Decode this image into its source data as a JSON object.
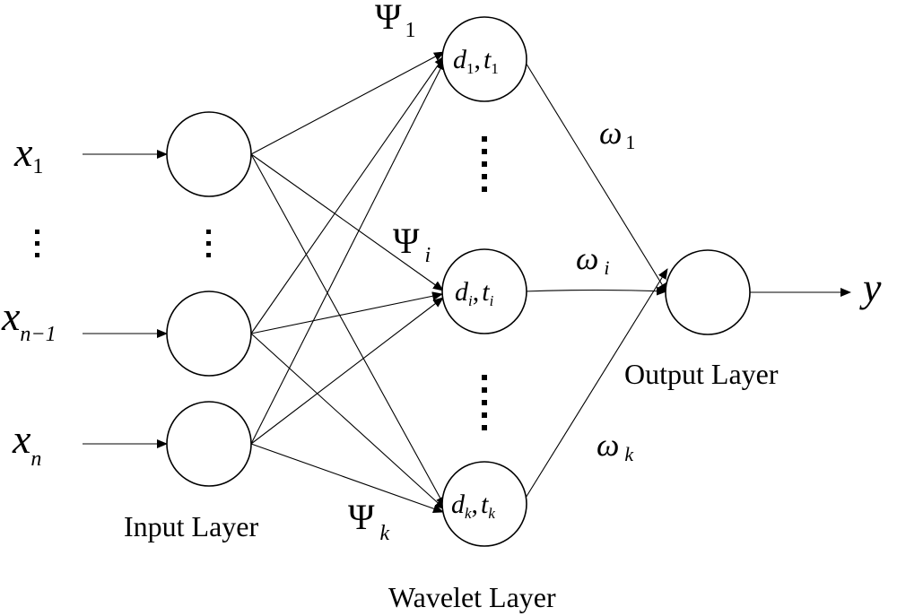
{
  "diagram": {
    "title": "",
    "inputs": [
      {
        "base": "x",
        "sub": "1"
      },
      {
        "base": "x",
        "sub": "n−1"
      },
      {
        "base": "x",
        "sub": "n"
      }
    ],
    "wavelet_functions": [
      {
        "base": "Ψ",
        "sub": "1"
      },
      {
        "base": "Ψ",
        "sub": "i"
      },
      {
        "base": "Ψ",
        "sub": "k"
      }
    ],
    "wavelet_nodes": [
      {
        "d": "d",
        "d_sub": "1",
        "sep": ",",
        "t": "t",
        "t_sub": "1"
      },
      {
        "d": "d",
        "d_sub": "i",
        "sep": ",",
        "t": "t",
        "t_sub": "i"
      },
      {
        "d": "d",
        "d_sub": "k",
        "sep": ",",
        "t": "t",
        "t_sub": "k"
      }
    ],
    "weights": [
      {
        "base": "ω",
        "sub": "1"
      },
      {
        "base": "ω",
        "sub": "i"
      },
      {
        "base": "ω",
        "sub": "k"
      }
    ],
    "output": {
      "symbol": "y"
    },
    "labels": {
      "input_layer": "Input Layer",
      "wavelet_layer": "Wavelet Layer",
      "output_layer": "Output Layer"
    }
  }
}
